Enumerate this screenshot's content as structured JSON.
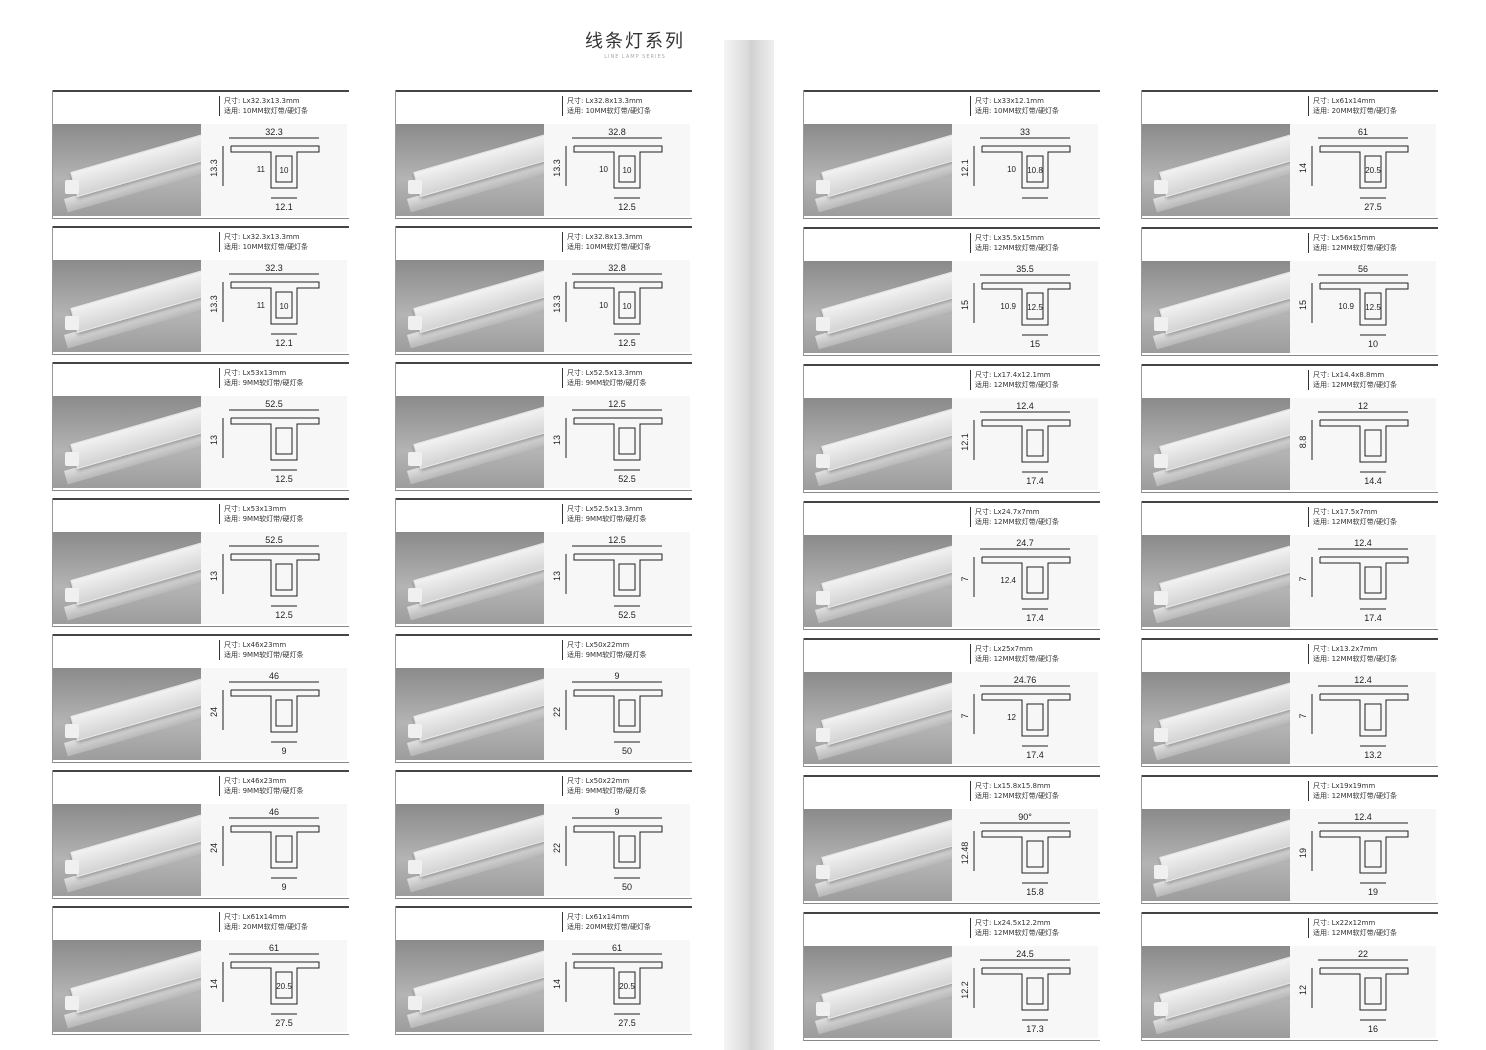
{
  "page": {
    "title": "线条灯系列",
    "subtitle": "LINE LAMP SERIES"
  },
  "spec_prefix_size": "尺寸:",
  "spec_prefix_use": "适用:",
  "left_page": [
    [
      {
        "size": "Lx32.3x13.3mm",
        "use": "10MM软灯带/硬灯条",
        "dims": [
          "32.3",
          "13.3",
          "11",
          "10",
          "12.1"
        ]
      },
      {
        "size": "Lx32.8x13.3mm",
        "use": "10MM软灯带/硬灯条",
        "dims": [
          "32.8",
          "13.3",
          "10",
          "10",
          "12.5"
        ]
      }
    ],
    [
      {
        "size": "Lx32.3x13.3mm",
        "use": "10MM软灯带/硬灯条",
        "dims": [
          "32.3",
          "13.3",
          "11",
          "10",
          "12.1"
        ]
      },
      {
        "size": "Lx32.8x13.3mm",
        "use": "10MM软灯带/硬灯条",
        "dims": [
          "32.8",
          "13.3",
          "10",
          "10",
          "12.5"
        ]
      }
    ],
    [
      {
        "size": "Lx53x13mm",
        "use": "9MM软灯带/硬灯条",
        "dims": [
          "52.5",
          "13",
          "",
          "",
          "12.5"
        ]
      },
      {
        "size": "Lx52.5x13.3mm",
        "use": "9MM软灯带/硬灯条",
        "dims": [
          "12.5",
          "13",
          "",
          "",
          "52.5"
        ]
      }
    ],
    [
      {
        "size": "Lx53x13mm",
        "use": "9MM软灯带/硬灯条",
        "dims": [
          "52.5",
          "13",
          "",
          "",
          "12.5"
        ]
      },
      {
        "size": "Lx52.5x13.3mm",
        "use": "9MM软灯带/硬灯条",
        "dims": [
          "12.5",
          "13",
          "",
          "",
          "52.5"
        ]
      }
    ],
    [
      {
        "size": "Lx46x23mm",
        "use": "9MM软灯带/硬灯条",
        "dims": [
          "46",
          "24",
          "",
          "",
          "9"
        ]
      },
      {
        "size": "Lx50x22mm",
        "use": "9MM软灯带/硬灯条",
        "dims": [
          "9",
          "22",
          "",
          "",
          "50"
        ]
      }
    ],
    [
      {
        "size": "Lx46x23mm",
        "use": "9MM软灯带/硬灯条",
        "dims": [
          "46",
          "24",
          "",
          "",
          "9"
        ]
      },
      {
        "size": "Lx50x22mm",
        "use": "9MM软灯带/硬灯条",
        "dims": [
          "9",
          "22",
          "",
          "",
          "50"
        ]
      }
    ],
    [
      {
        "size": "Lx61x14mm",
        "use": "20MM软灯带/硬灯条",
        "dims": [
          "61",
          "14",
          "",
          "20.5",
          "27.5"
        ]
      },
      {
        "size": "Lx61x14mm",
        "use": "20MM软灯带/硬灯条",
        "dims": [
          "61",
          "14",
          "",
          "20.5",
          "27.5"
        ]
      }
    ]
  ],
  "right_page": [
    [
      {
        "size": "Lx33x12.1mm",
        "use": "10MM软灯带/硬灯条",
        "dims": [
          "33",
          "12.1",
          "10",
          "10.8",
          ""
        ]
      },
      {
        "size": "Lx61x14mm",
        "use": "20MM软灯带/硬灯条",
        "dims": [
          "61",
          "14",
          "",
          "20.5",
          "27.5"
        ]
      }
    ],
    [
      {
        "size": "Lx35.5x15mm",
        "use": "12MM软灯带/硬灯条",
        "dims": [
          "35.5",
          "15",
          "10.9",
          "12.5",
          "15"
        ]
      },
      {
        "size": "Lx56x15mm",
        "use": "12MM软灯带/硬灯条",
        "dims": [
          "56",
          "15",
          "10.9",
          "12.5",
          "10"
        ]
      }
    ],
    [
      {
        "size": "Lx17.4x12.1mm",
        "use": "12MM软灯带/硬灯条",
        "dims": [
          "12.4",
          "12.1",
          "",
          "",
          "17.4"
        ]
      },
      {
        "size": "Lx14.4x8.8mm",
        "use": "12MM软灯带/硬灯条",
        "dims": [
          "12",
          "8.8",
          "",
          "",
          "14.4"
        ]
      }
    ],
    [
      {
        "size": "Lx24.7x7mm",
        "use": "12MM软灯带/硬灯条",
        "dims": [
          "24.7",
          "7",
          "12.4",
          "",
          "17.4"
        ]
      },
      {
        "size": "Lx17.5x7mm",
        "use": "12MM软灯带/硬灯条",
        "dims": [
          "12.4",
          "7",
          "",
          "",
          "17.4"
        ]
      }
    ],
    [
      {
        "size": "Lx25x7mm",
        "use": "12MM软灯带/硬灯条",
        "dims": [
          "24.76",
          "7",
          "12",
          "",
          "17.4"
        ]
      },
      {
        "size": "Lx13.2x7mm",
        "use": "12MM软灯带/硬灯条",
        "dims": [
          "12.4",
          "7",
          "",
          "",
          "13.2"
        ]
      }
    ],
    [
      {
        "size": "Lx15.8x15.8mm",
        "use": "12MM软灯带/硬灯条",
        "dims": [
          "90°",
          "12.48",
          "",
          "",
          "15.8"
        ]
      },
      {
        "size": "Lx19x19mm",
        "use": "12MM软灯带/硬灯条",
        "dims": [
          "12.4",
          "19",
          "",
          "",
          "19"
        ]
      }
    ],
    [
      {
        "size": "Lx24.5x12.2mm",
        "use": "12MM软灯带/硬灯条",
        "dims": [
          "24.5",
          "12.2",
          "",
          "",
          "17.3"
        ]
      },
      {
        "size": "Lx22x12mm",
        "use": "12MM软灯带/硬灯条",
        "dims": [
          "22",
          "12",
          "",
          "",
          "16"
        ]
      }
    ]
  ]
}
